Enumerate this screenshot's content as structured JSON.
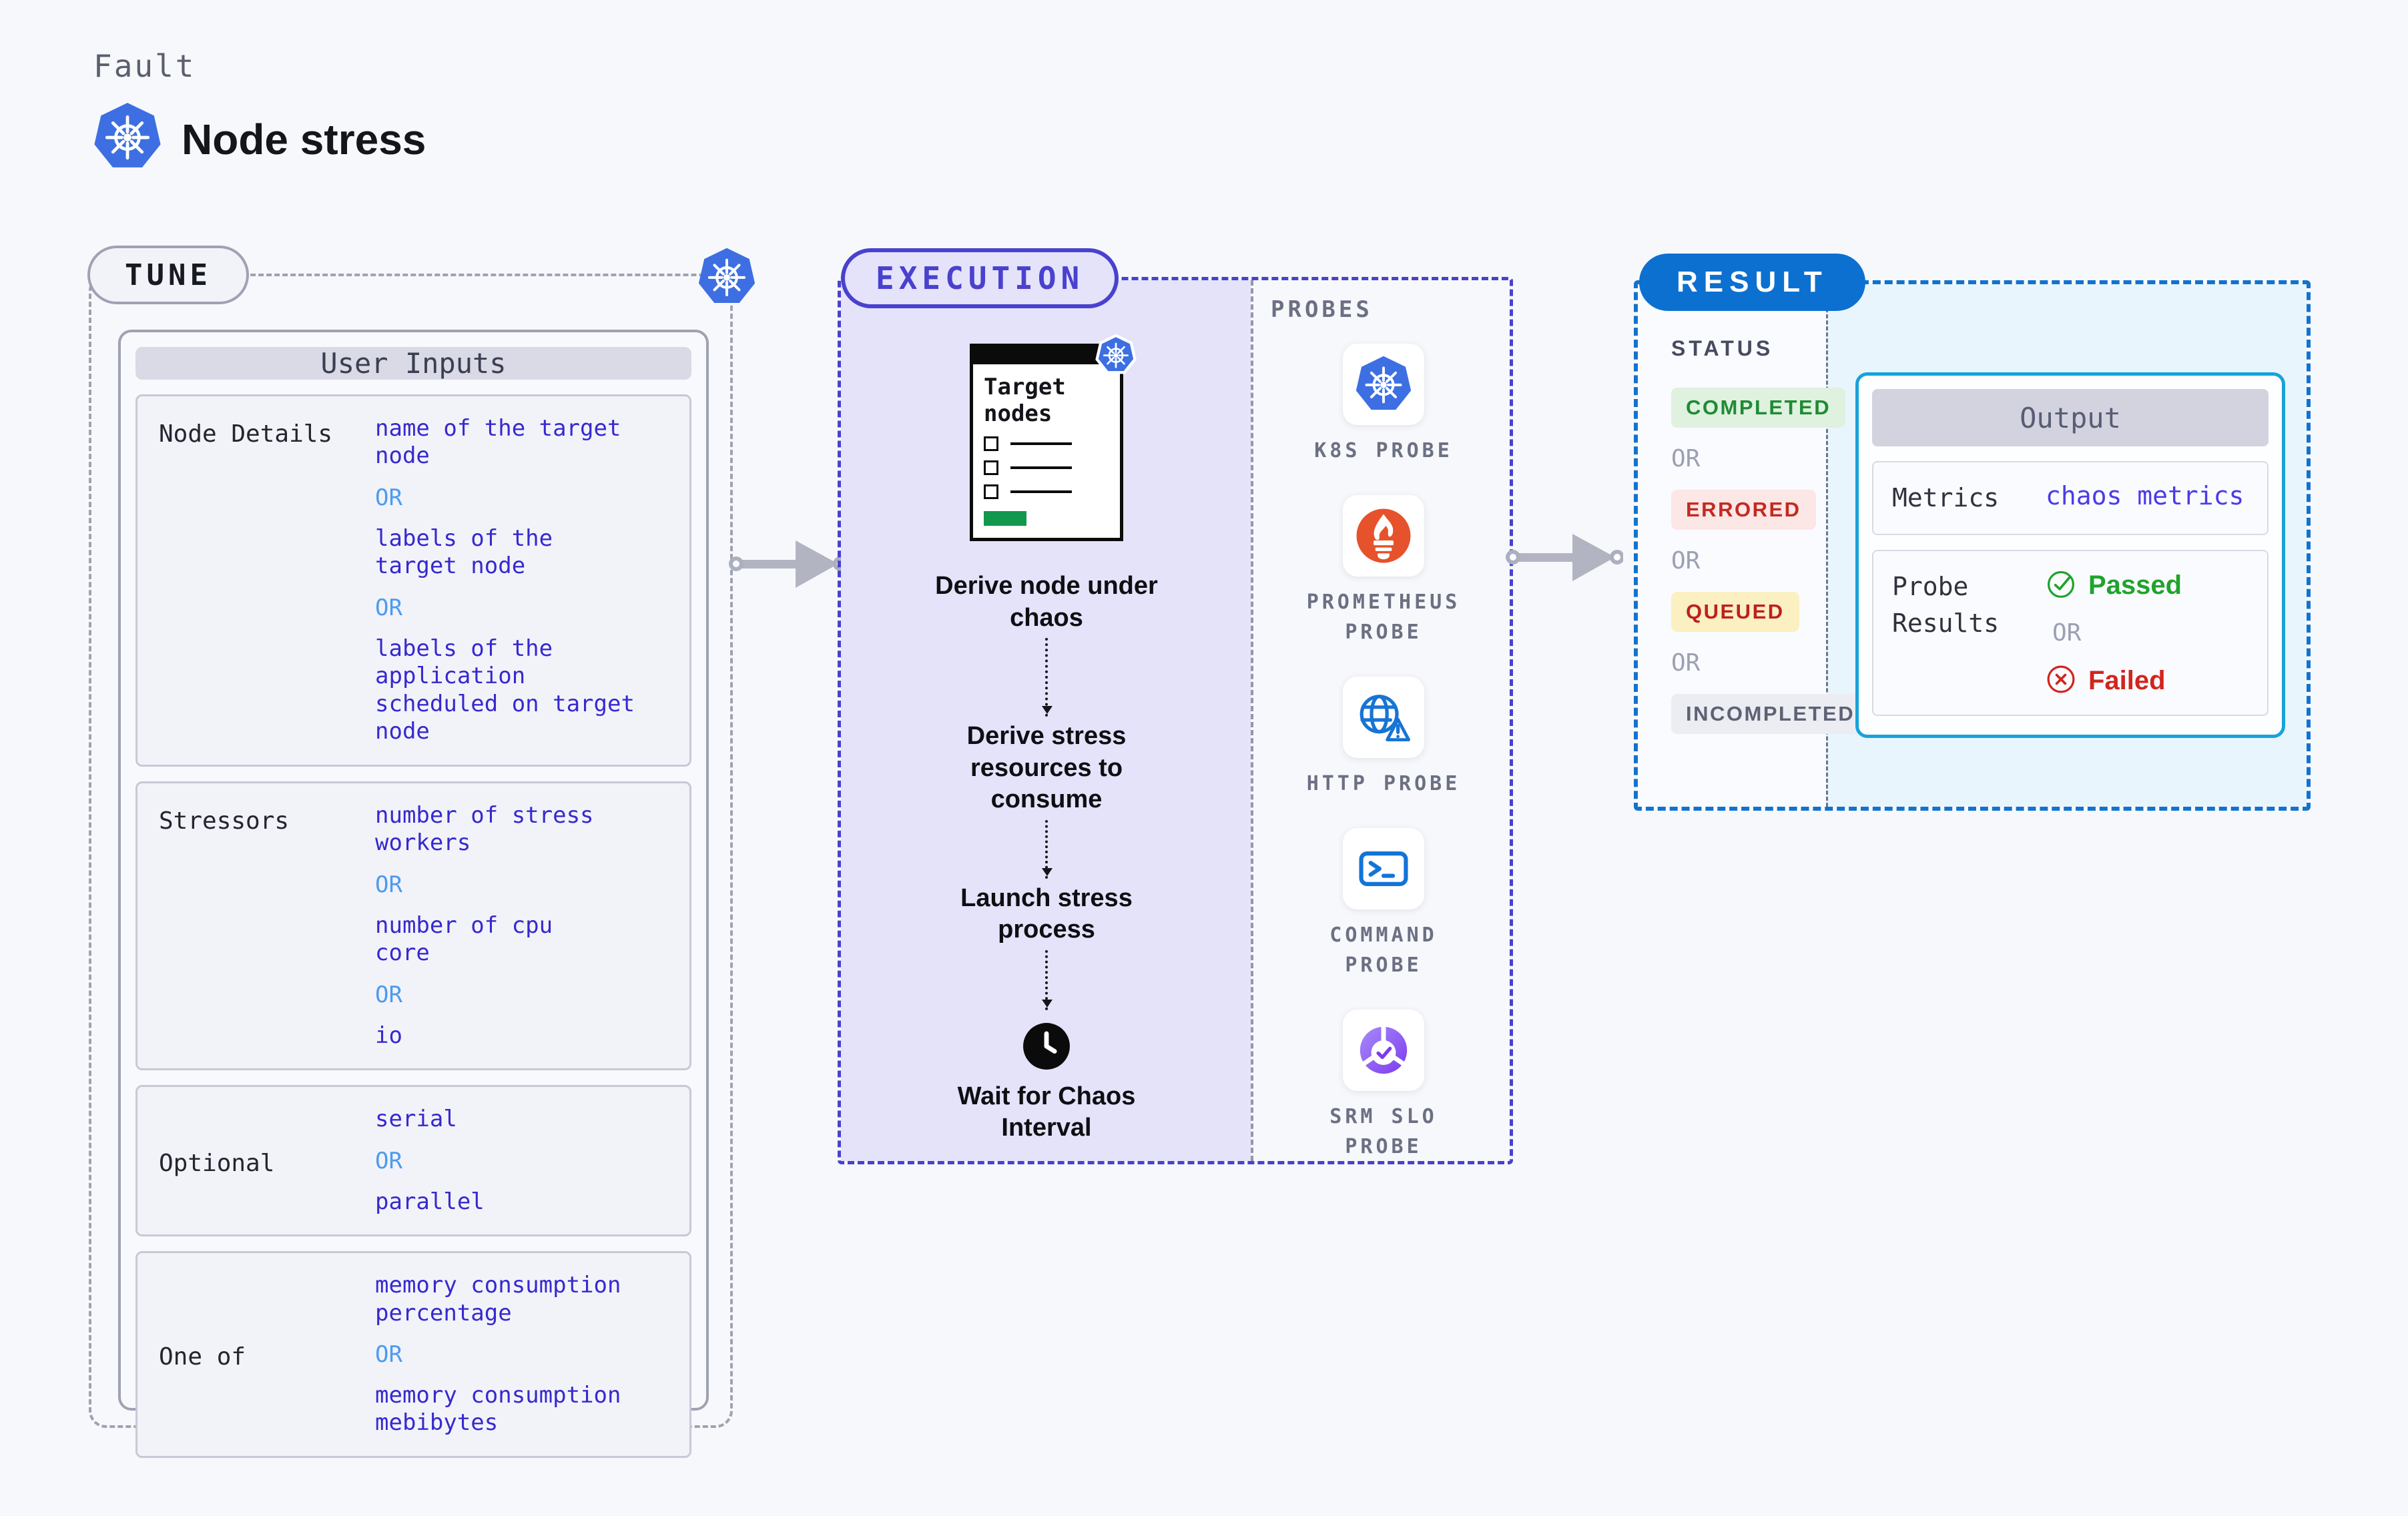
{
  "page": {
    "kicker": "Fault",
    "title": "Node stress"
  },
  "tune": {
    "badge": "TUNE",
    "table_header": "User Inputs",
    "or_label": "OR",
    "rows": [
      {
        "label": "Node Details",
        "items": [
          {
            "type": "value",
            "text": "name of the target\nnode"
          },
          {
            "type": "or"
          },
          {
            "type": "value",
            "text": "labels of the\ntarget node"
          },
          {
            "type": "or"
          },
          {
            "type": "value",
            "text": "labels of the application\n scheduled on target node"
          }
        ]
      },
      {
        "label": "Stressors",
        "items": [
          {
            "type": "value",
            "text": "number of stress\nworkers"
          },
          {
            "type": "or"
          },
          {
            "type": "value",
            "text": "number of cpu\ncore"
          },
          {
            "type": "or"
          },
          {
            "type": "value",
            "text": "io"
          }
        ]
      },
      {
        "label": "Optional",
        "items": [
          {
            "type": "value",
            "text": "serial"
          },
          {
            "type": "or"
          },
          {
            "type": "value",
            "text": "parallel"
          }
        ]
      },
      {
        "label": "One of",
        "items": [
          {
            "type": "value",
            "text": "memory consumption\npercentage"
          },
          {
            "type": "or"
          },
          {
            "type": "value",
            "text": "memory consumption\nmebibytes"
          }
        ]
      }
    ]
  },
  "execution": {
    "badge": "EXECUTION",
    "target_card": {
      "title": "Target nodes"
    },
    "steps": [
      "Derive node under chaos",
      "Derive stress resources to consume",
      "Launch stress process",
      "Wait for Chaos Interval"
    ],
    "probes": {
      "heading": "PROBES",
      "items": [
        {
          "label": "K8S PROBE",
          "icon": "kubernetes"
        },
        {
          "label": "PROMETHEUS PROBE",
          "icon": "prometheus"
        },
        {
          "label": "HTTP PROBE",
          "icon": "http-globe"
        },
        {
          "label": "COMMAND PROBE",
          "icon": "terminal"
        },
        {
          "label": "SRM SLO PROBE",
          "icon": "srm-slo"
        }
      ]
    }
  },
  "result": {
    "badge": "RESULT",
    "status": {
      "heading": "STATUS",
      "or_label": "OR",
      "badges": [
        {
          "label": "COMPLETED",
          "bg": "#DFF1DF",
          "color": "#1F8B33"
        },
        {
          "label": "ERRORED",
          "bg": "#FBE7E5",
          "color": "#C32A22"
        },
        {
          "label": "QUEUED",
          "bg": "#FAF0C2",
          "color": "#BF1F1F"
        },
        {
          "label": "INCOMPLETED",
          "bg": "#ECEDF3",
          "color": "#5D6274"
        }
      ]
    },
    "output": {
      "header": "Output",
      "metrics_label": "Metrics",
      "metrics_value": "chaos metrics",
      "probe_results_label": "Probe Results",
      "passed": "Passed",
      "or_label": "OR",
      "failed": "Failed"
    }
  },
  "colors": {
    "accent_indigo": "#4A41CE",
    "accent_blue": "#0C70D0",
    "accent_cyan": "#17A3DB",
    "value_text": "#3629CF",
    "or_blue": "#4D9BEE",
    "passed_green": "#1FA32C",
    "failed_red": "#D2251C",
    "kubernetes_blue": "#3D6FE3",
    "prometheus_orange": "#E6522C"
  }
}
